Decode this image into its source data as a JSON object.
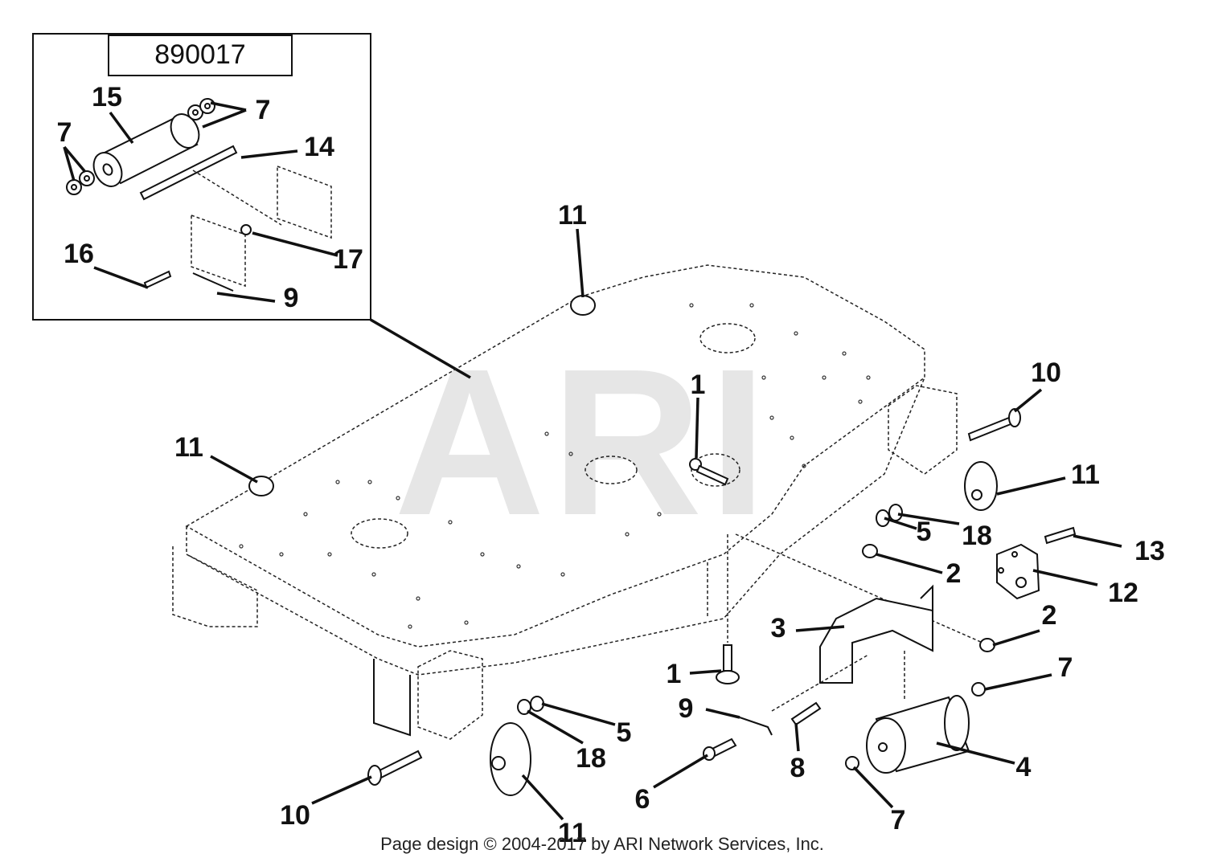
{
  "watermark": "ARI",
  "kit_box": {
    "part_number": "890017"
  },
  "callouts": {
    "c15": "15",
    "c7a": "7",
    "c7b": "7",
    "c14": "14",
    "c16": "16",
    "c17": "17",
    "c9a": "9",
    "c11_top": "11",
    "c11_left": "11",
    "c11_right": "11",
    "c11_bottom": "11",
    "c1_top": "1",
    "c1_bottom": "1",
    "c10_right": "10",
    "c10_left": "10",
    "c5_right": "5",
    "c5_left": "5",
    "c18_right": "18",
    "c18_left": "18",
    "c2_top": "2",
    "c2_bottom": "2",
    "c13": "13",
    "c12": "12",
    "c3": "3",
    "c7_right": "7",
    "c7_bottom": "7",
    "c9_bottom": "9",
    "c8": "8",
    "c6": "6",
    "c4": "4"
  },
  "footer": "Page design © 2004-2017 by ARI Network Services, Inc."
}
